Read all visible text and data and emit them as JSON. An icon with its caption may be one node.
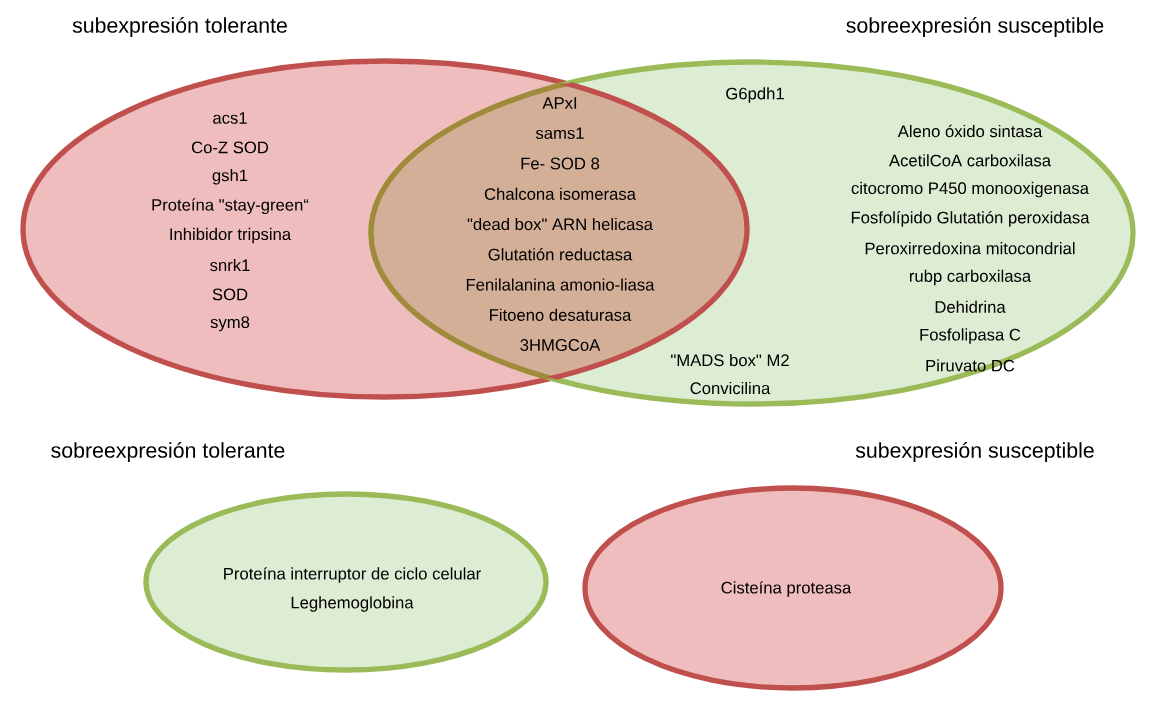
{
  "diagram": {
    "nodes": [
      {
        "text": [
          "subexpresión tolerante",
          "acs1",
          "Co-Z SOD",
          "gsh1",
          "Proteína \"stay-green“",
          "Inhibidor tripsina",
          "snrk1",
          "SOD",
          "sym8"
        ]
      },
      {
        "text": [
          "sobreexpresión susceptible",
          "G6pdh1",
          "Aleno óxido sintasa",
          "AcetilCoA carboxilasa",
          "citocromo P450 monooxigenasa",
          "Fosfolípido Glutatión peroxidasa",
          "Peroxirredoxina mitocondrial",
          "rubp carboxilasa",
          "Dehidrina",
          "Fosfolipasa C",
          "Piruvato DC",
          "\"MADS box\" M2",
          "Convicilina"
        ]
      },
      {
        "text": [
          "APxI",
          "sams1",
          "Fe- SOD 8",
          "Chalcona isomerasa",
          "\"dead box\" ARN helicasa",
          "Glutatión reductasa",
          "Fenilalanina amonio-liasa",
          "Fitoeno desaturasa",
          "3HMGCoA"
        ]
      },
      {
        "text": [
          "sobreexpresión tolerante",
          "Proteína interruptor de ciclo celular",
          "Leghemoglobina"
        ]
      },
      {
        "text": [
          "subexpresión susceptible",
          "Cisteína proteasa"
        ]
      }
    ]
  }
}
